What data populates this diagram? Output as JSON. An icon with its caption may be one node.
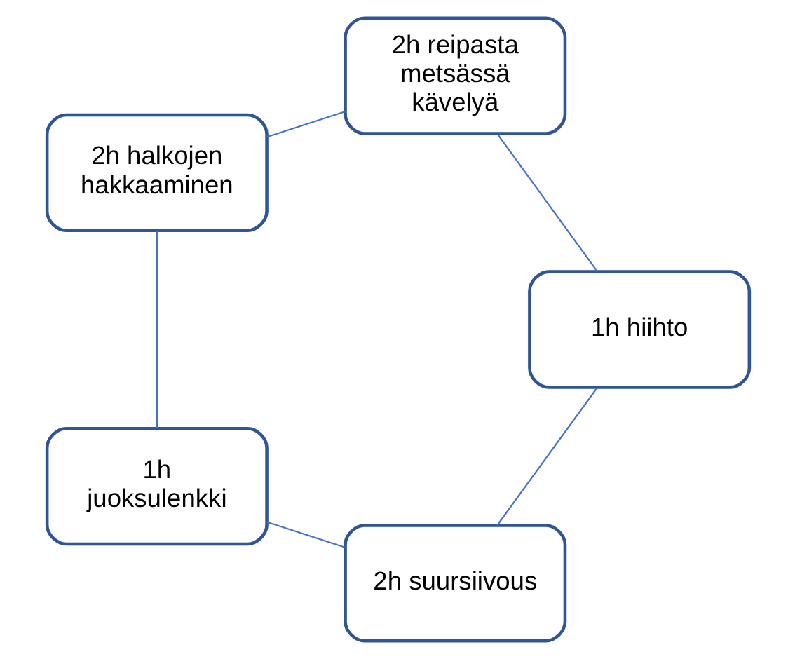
{
  "diagram": {
    "nodes": [
      {
        "text": [
          "2h suursiivous"
        ]
      },
      {
        "text": [
          "1h hiihto"
        ]
      },
      {
        "text": [
          "1h juoksulenkki"
        ]
      },
      {
        "text": [
          "2h reipasta metsässä kävelyä"
        ]
      },
      {
        "text": [
          "2h halkojen hakkaaminen"
        ]
      }
    ],
    "edges": [
      {
        "from": 0,
        "to": 2,
        "arrow": "none"
      },
      {
        "from": 2,
        "to": 4,
        "arrow": "none"
      },
      {
        "from": 4,
        "to": 3,
        "arrow": "none"
      },
      {
        "from": 3,
        "to": 1,
        "arrow": "none"
      },
      {
        "from": 1,
        "to": 0,
        "arrow": "none"
      }
    ]
  }
}
